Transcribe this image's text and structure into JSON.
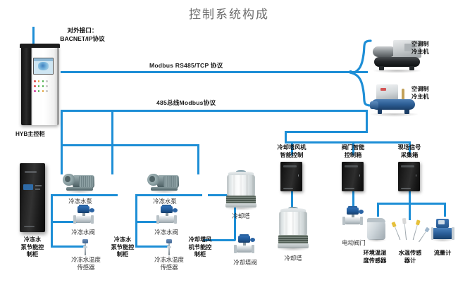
{
  "diagram": {
    "title": "控制系统构成",
    "protocols": {
      "external_interface": "对外接口：\nBACNET/IP协议",
      "modbus_tcp": "Modbus RS485/TCP 协议",
      "modbus_485": "485总线Modbus协议"
    },
    "main_cabinet": {
      "label": "HYB主控柜",
      "name": "hyb-main-control-cabinet"
    },
    "chillers": [
      {
        "label": "空调制\n冷主机",
        "name": "chiller-screw"
      },
      {
        "label": "空调制\n冷主机",
        "name": "chiller-blue"
      }
    ],
    "control_boxes": [
      {
        "label": "冷却塔风机\n智能控制",
        "name": "cooling-tower-fan-smart-control"
      },
      {
        "label": "阀门智能\n控制箱",
        "name": "valve-smart-control-box"
      },
      {
        "label": "现场信号\n采集箱",
        "name": "field-signal-acquisition-box"
      }
    ],
    "energy_cabinets": [
      {
        "label": "冷冻水\n泵节能控\n制柜",
        "name": "chilled-water-pump-energy-cabinet-1"
      },
      {
        "label": "冷冻水\n泵节能控\n制柜",
        "name": "chilled-water-pump-energy-cabinet-2"
      },
      {
        "label": "冷却塔风\n机节能控\n制柜",
        "name": "cooling-tower-fan-energy-cabinet"
      }
    ],
    "field_devices": [
      {
        "label": "冷冻水泵",
        "name": "chilled-water-pump-1"
      },
      {
        "label": "冷冻水阀",
        "name": "chilled-water-valve-1"
      },
      {
        "label": "冷冻水温度\n传感器",
        "name": "chilled-water-temp-sensor-1"
      },
      {
        "label": "冷冻水泵",
        "name": "chilled-water-pump-2"
      },
      {
        "label": "冷冻水阀",
        "name": "chilled-water-valve-2"
      },
      {
        "label": "冷冻水温度\n传感器",
        "name": "chilled-water-temp-sensor-2"
      },
      {
        "label": "冷却塔",
        "name": "cooling-tower-upper"
      },
      {
        "label": "冷却塔阀",
        "name": "cooling-tower-valve"
      },
      {
        "label": "冷却塔",
        "name": "cooling-tower-lower"
      },
      {
        "label": "电动阀门",
        "name": "electric-valve"
      },
      {
        "label": "环境温湿\n度传感器",
        "name": "ambient-temp-humidity-sensor"
      },
      {
        "label": "水温传感\n器计",
        "name": "water-temp-sensor"
      },
      {
        "label": "流量计",
        "name": "flow-meter"
      }
    ],
    "colors": {
      "line_blue": "#1d8ed6",
      "title_grey": "#6d6d6d",
      "label_black": "#111111",
      "background": "#ffffff"
    }
  }
}
